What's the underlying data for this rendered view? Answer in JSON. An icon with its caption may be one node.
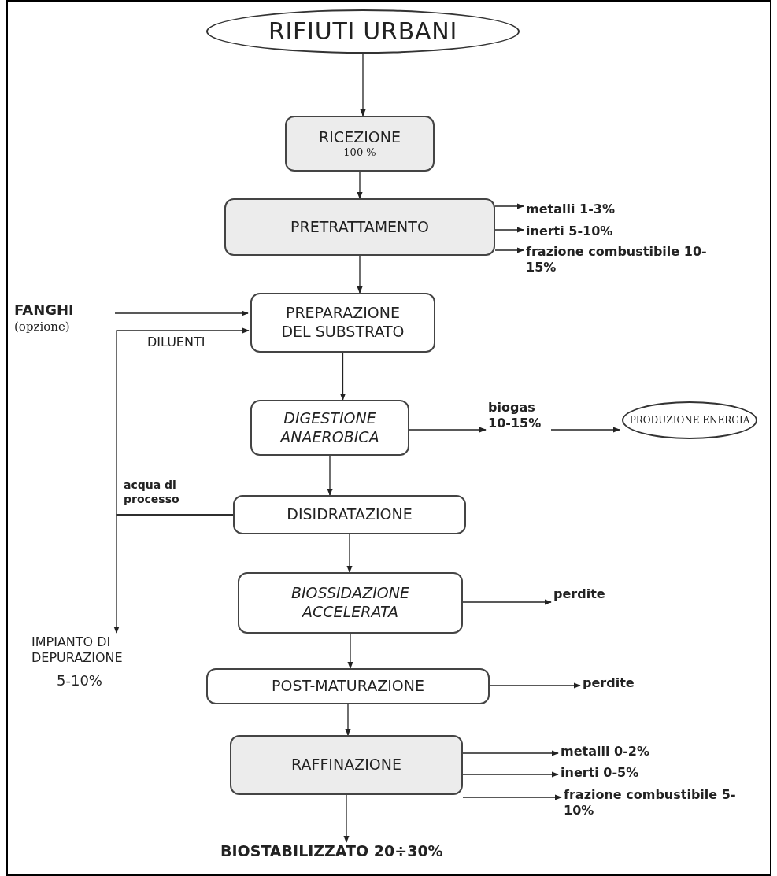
{
  "diagram": {
    "nodes": [
      {
        "text": [
          "RIFIUTI URBANI"
        ]
      },
      {
        "text": [
          "RICEZIONE",
          "100 %"
        ]
      },
      {
        "text": [
          "PRETRATTAMENTO"
        ]
      },
      {
        "text": [
          "metalli 1-3%"
        ]
      },
      {
        "text": [
          "inerti 5-10%"
        ]
      },
      {
        "text": [
          "frazione combustibile 10-15%"
        ]
      },
      {
        "text": [
          "FANGHI",
          "(opzione)"
        ]
      },
      {
        "text": [
          "PREPARAZIONE DEL SUBSTRATO"
        ]
      },
      {
        "text": [
          "DIGESTIONE ANAEROBICA"
        ]
      },
      {
        "text": [
          "biogas 10-15%"
        ]
      },
      {
        "text": [
          "PRODUZIONE ENERGIA"
        ]
      },
      {
        "text": [
          "DISIDRATAZIONE"
        ]
      },
      {
        "text": [
          "IMPIANTO DI DEPURAZIONE",
          "5-10%"
        ]
      },
      {
        "text": [
          "BIOSSIDAZIONE ACCELERATA"
        ]
      },
      {
        "text": [
          "perdite"
        ]
      },
      {
        "text": [
          "POST-MATURAZIONE"
        ]
      },
      {
        "text": [
          "perdite"
        ]
      },
      {
        "text": [
          "RAFFINAZIONE"
        ]
      },
      {
        "text": [
          "metalli 0-2%"
        ]
      },
      {
        "text": [
          "inerti 0-5%"
        ]
      },
      {
        "text": [
          "frazione combustibile 5-10%"
        ]
      },
      {
        "text": [
          "BIOSTABILIZZATO 20÷30%"
        ]
      }
    ],
    "edges": [
      {
        "from": 0,
        "to": 1,
        "arrow": "to"
      },
      {
        "from": 1,
        "to": 2,
        "arrow": "to"
      },
      {
        "from": 2,
        "to": 3,
        "arrow": "to"
      },
      {
        "from": 2,
        "to": 4,
        "arrow": "to"
      },
      {
        "from": 2,
        "to": 5,
        "arrow": "to"
      },
      {
        "from": 6,
        "to": 7,
        "arrow": "to"
      },
      {
        "from": 11,
        "to": 7,
        "arrow": "to",
        "label": "DILUENTI"
      },
      {
        "from": 11,
        "to": 12,
        "arrow": "to",
        "label": "acqua di processo"
      },
      {
        "from": 2,
        "to": 7,
        "arrow": "to"
      },
      {
        "from": 7,
        "to": 8,
        "arrow": "to"
      },
      {
        "from": 8,
        "to": 9,
        "arrow": "to"
      },
      {
        "from": 9,
        "to": 10,
        "arrow": "to"
      },
      {
        "from": 8,
        "to": 11,
        "arrow": "to"
      },
      {
        "from": 11,
        "to": 13,
        "arrow": "to"
      },
      {
        "from": 13,
        "to": 14,
        "arrow": "to"
      },
      {
        "from": 13,
        "to": 15,
        "arrow": "to"
      },
      {
        "from": 15,
        "to": 16,
        "arrow": "to"
      },
      {
        "from": 15,
        "to": 17,
        "arrow": "to"
      },
      {
        "from": 17,
        "to": 18,
        "arrow": "to"
      },
      {
        "from": 17,
        "to": 19,
        "arrow": "to"
      },
      {
        "from": 17,
        "to": 20,
        "arrow": "to"
      },
      {
        "from": 17,
        "to": 21,
        "arrow": "to"
      }
    ]
  }
}
